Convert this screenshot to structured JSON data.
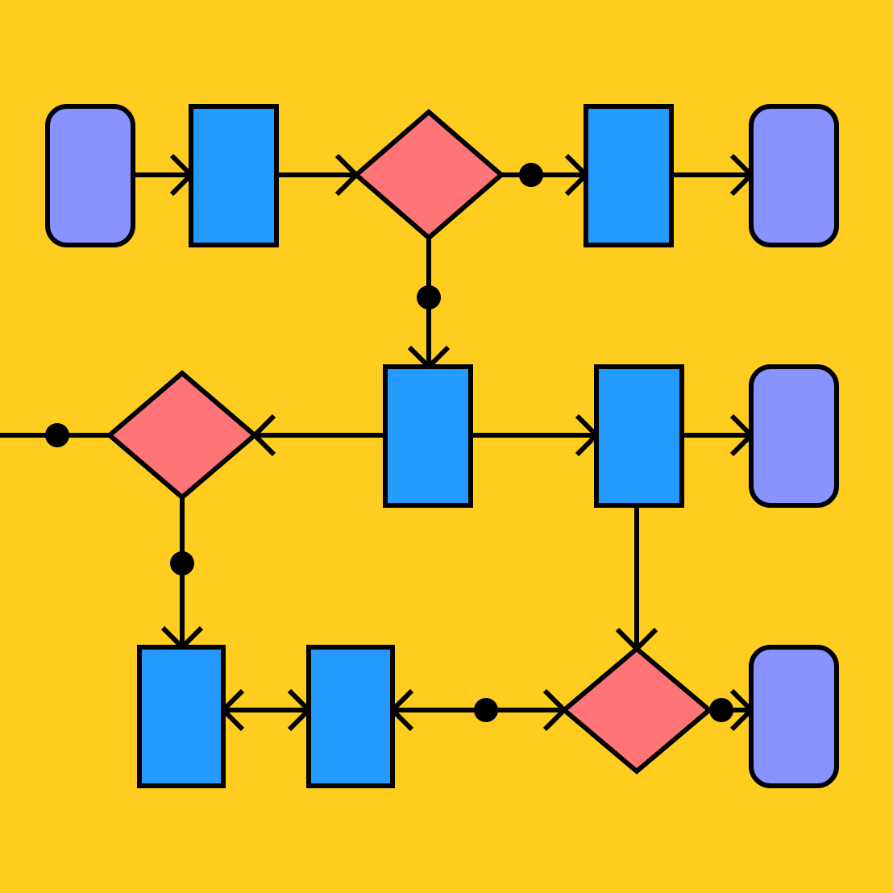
{
  "colors": {
    "background": "#FFCD1F",
    "terminator": "#8893FF",
    "process": "#2499FF",
    "decision": "#FF7577",
    "stroke": "#000000"
  },
  "nodes": [
    {
      "id": "terminator-1",
      "type": "terminator"
    },
    {
      "id": "process-1",
      "type": "process"
    },
    {
      "id": "decision-1",
      "type": "decision"
    },
    {
      "id": "process-2",
      "type": "process"
    },
    {
      "id": "terminator-2",
      "type": "terminator"
    },
    {
      "id": "decision-2",
      "type": "decision"
    },
    {
      "id": "process-3",
      "type": "process"
    },
    {
      "id": "process-4",
      "type": "process"
    },
    {
      "id": "terminator-3",
      "type": "terminator"
    },
    {
      "id": "process-5",
      "type": "process"
    },
    {
      "id": "process-6",
      "type": "process"
    },
    {
      "id": "decision-3",
      "type": "decision"
    },
    {
      "id": "terminator-4",
      "type": "terminator"
    }
  ],
  "edges": [
    {
      "from": "terminator-1",
      "to": "process-1",
      "arrow": "end"
    },
    {
      "from": "process-1",
      "to": "decision-1",
      "arrow": "end"
    },
    {
      "from": "decision-1",
      "to": "process-2",
      "arrow": "end",
      "dot": true
    },
    {
      "from": "process-2",
      "to": "terminator-2",
      "arrow": "end"
    },
    {
      "from": "decision-1",
      "to": "process-3",
      "arrow": "end",
      "dot": true
    },
    {
      "from": "process-3",
      "to": "decision-2",
      "arrow": "end"
    },
    {
      "from": "left-edge",
      "to": "decision-2",
      "arrow": "none",
      "dot": true
    },
    {
      "from": "process-3",
      "to": "process-4",
      "arrow": "end"
    },
    {
      "from": "process-4",
      "to": "terminator-3",
      "arrow": "end"
    },
    {
      "from": "decision-2",
      "to": "process-5",
      "arrow": "end",
      "dot": true
    },
    {
      "from": "process-4",
      "to": "decision-3",
      "arrow": "end"
    },
    {
      "from": "process-5",
      "to": "process-6",
      "arrow": "both"
    },
    {
      "from": "decision-3",
      "to": "process-6",
      "arrow": "both",
      "dot": true
    },
    {
      "from": "decision-3",
      "to": "terminator-4",
      "arrow": "end",
      "dot": true
    }
  ]
}
